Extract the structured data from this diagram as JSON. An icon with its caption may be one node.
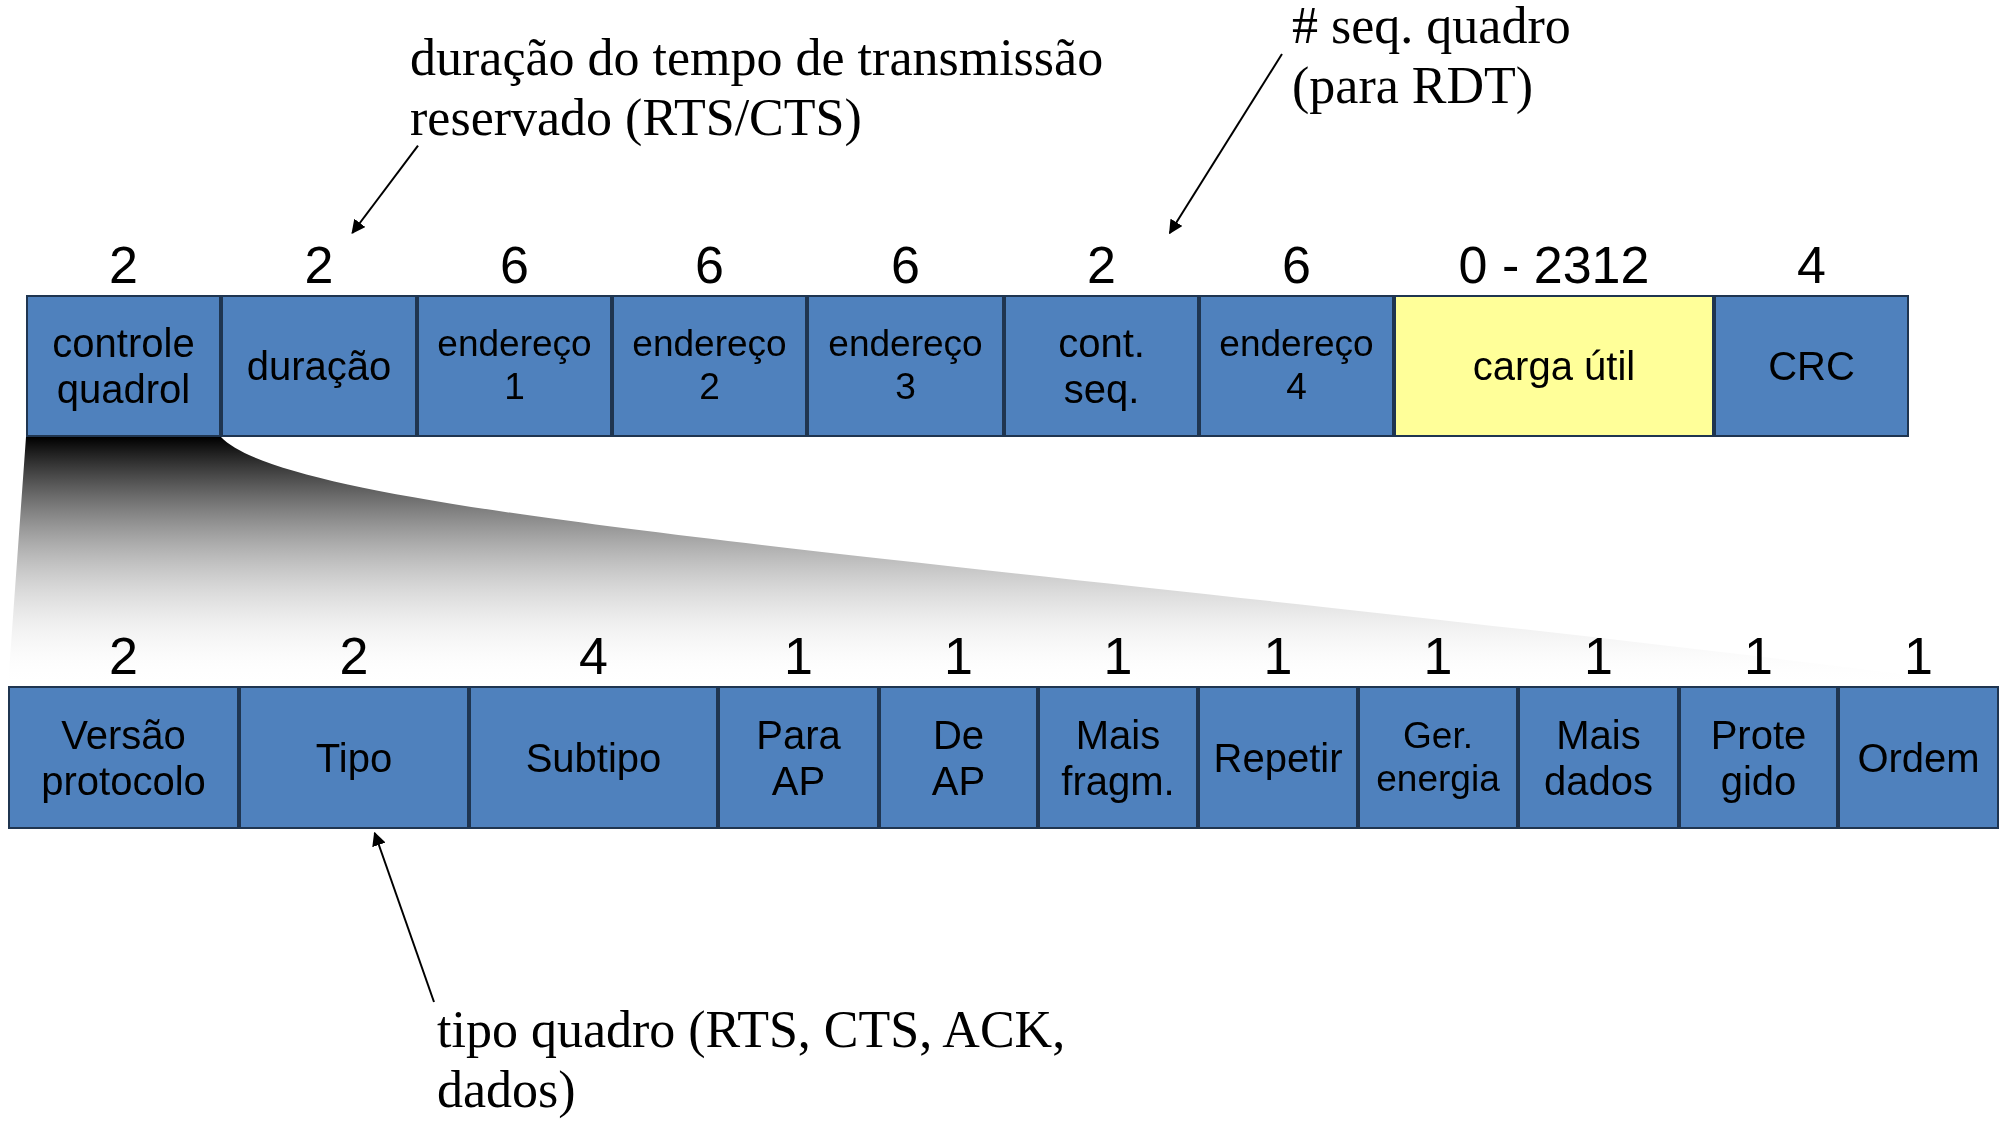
{
  "diagram": {
    "nodes": [
      {
        "text": [
          "duração do tempo de transmissão reservado (RTS/CTS)"
        ]
      },
      {
        "text": [
          "# seq. quadro (para RDT)"
        ]
      },
      {
        "text": [
          "controle quadrol"
        ],
        "beside": [
          "2"
        ]
      },
      {
        "text": [
          "duração"
        ],
        "beside": [
          "2"
        ]
      },
      {
        "text": [
          "endereço 1"
        ],
        "beside": [
          "6"
        ]
      },
      {
        "text": [
          "endereço 2"
        ],
        "beside": [
          "6"
        ]
      },
      {
        "text": [
          "endereço 3"
        ],
        "beside": [
          "6"
        ]
      },
      {
        "text": [
          "cont. seq."
        ],
        "beside": [
          "2"
        ]
      },
      {
        "text": [
          "endereço 4"
        ],
        "beside": [
          "6"
        ]
      },
      {
        "text": [
          "carga útil"
        ],
        "beside": [
          "0 - 2312"
        ]
      },
      {
        "text": [
          "CRC"
        ],
        "beside": [
          "4"
        ]
      },
      {
        "text": [
          "Versão protocolo"
        ],
        "beside": [
          "2"
        ]
      },
      {
        "text": [
          "Tipo"
        ],
        "beside": [
          "2"
        ]
      },
      {
        "text": [
          "Subtipo"
        ],
        "beside": [
          "4"
        ]
      },
      {
        "text": [
          "Para AP"
        ],
        "beside": [
          "1"
        ]
      },
      {
        "text": [
          "De AP"
        ],
        "beside": [
          "1"
        ]
      },
      {
        "text": [
          "Mais fragm."
        ],
        "beside": [
          "1"
        ]
      },
      {
        "text": [
          "Repetir"
        ],
        "beside": [
          "1"
        ]
      },
      {
        "text": [
          "Ger. energia"
        ],
        "beside": [
          "1"
        ]
      },
      {
        "text": [
          "Mais dados"
        ],
        "beside": [
          "1"
        ]
      },
      {
        "text": [
          "Prote gido"
        ],
        "beside": [
          "1"
        ]
      },
      {
        "text": [
          "Ordem"
        ],
        "beside": [
          "1"
        ]
      },
      {
        "text": [
          "tipo quadro (RTS, CTS, ACK, dados)"
        ]
      }
    ],
    "edges": [
      {
        "from": 0,
        "to": 3,
        "arrow": "to"
      },
      {
        "from": 1,
        "to": 7,
        "arrow": "to"
      },
      {
        "from": 22,
        "to": 12,
        "arrow": "to"
      }
    ]
  }
}
